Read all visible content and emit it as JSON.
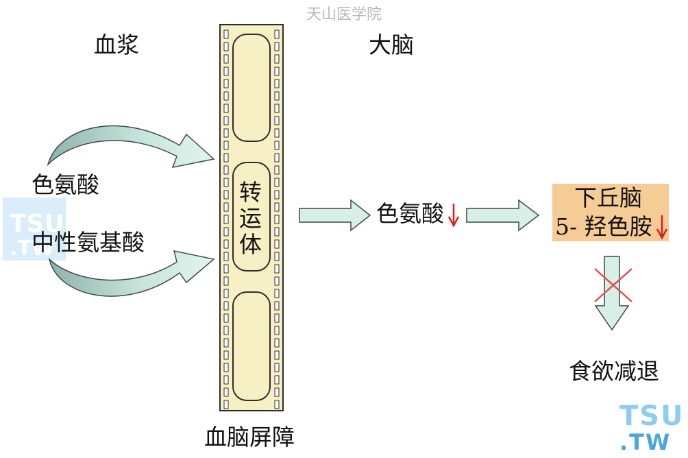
{
  "watermark_top": "天山医学院",
  "labels": {
    "plasma": "血浆",
    "brain": "大脑",
    "tryptophan_left": "色氨酸",
    "neutral_aa": "中性氨基酸",
    "transporter": "转运体",
    "bbb": "血脑屏障",
    "tryptophan_brain": "色氨酸",
    "hypothalamus": "下丘脑",
    "serotonin": "5- 羟色胺",
    "appetite": "食欲减退"
  },
  "logos": {
    "left": {
      "line1": "TSU",
      "line2": ".TW"
    },
    "right": {
      "line1": "TSU",
      "line2": ".TW"
    }
  },
  "colors": {
    "arrow_fill": "#d8efe6",
    "arrow_shade": "#9bbdb6",
    "arrow_stroke": "#3a4a48",
    "membrane_fill": "#f7f0c4",
    "membrane_stroke": "#2d2d2d",
    "hypothalamus_box": "#f6cc96",
    "decrease_arrow": "#e01b1b",
    "cross": "#e05050",
    "logo_blue": "#8ecdf0",
    "logo_blue_dark": "#4aa6dc"
  }
}
